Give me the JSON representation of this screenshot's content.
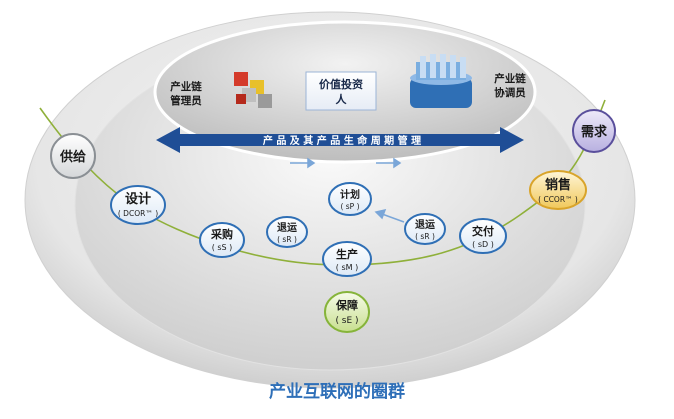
{
  "title": "产业互联网的圈群",
  "roles": {
    "manager": [
      "产业链",
      "管理员"
    ],
    "investor": [
      "价值投资",
      "人"
    ],
    "coordinator": [
      "产业链",
      "协调员"
    ]
  },
  "lifecycle_arrow": "产 品 及 其 产 品 生 命 周 期 管 理",
  "nodes": {
    "supply": {
      "line1": "供给",
      "line2": ""
    },
    "design": {
      "line1": "设计",
      "line2": "( DCOR™ )"
    },
    "purchase": {
      "line1": "采购",
      "line2": "( sS )"
    },
    "return_left": {
      "line1": "退运",
      "line2": "( sR )"
    },
    "plan": {
      "line1": "计划",
      "line2": "( sP )"
    },
    "produce": {
      "line1": "生产",
      "line2": "( sM )"
    },
    "return_right": {
      "line1": "退运",
      "line2": "( sR )"
    },
    "deliver": {
      "line1": "交付",
      "line2": "( sD )"
    },
    "sales": {
      "line1": "销售",
      "line2": "( CCOR™ )"
    },
    "demand": {
      "line1": "需求",
      "line2": ""
    },
    "guarantee": {
      "line1": "保障",
      "line2": "( sE )"
    }
  },
  "colors": {
    "blue_node": "#2f6fb5",
    "gray_node": "#8a8f94",
    "green_node": "#86b43a",
    "gold_node": "#d9a42a",
    "purple_node": "#5a4f9c",
    "curve": "#8fb03a",
    "arrow": "#1f4e96",
    "title": "#2e6fb8"
  }
}
